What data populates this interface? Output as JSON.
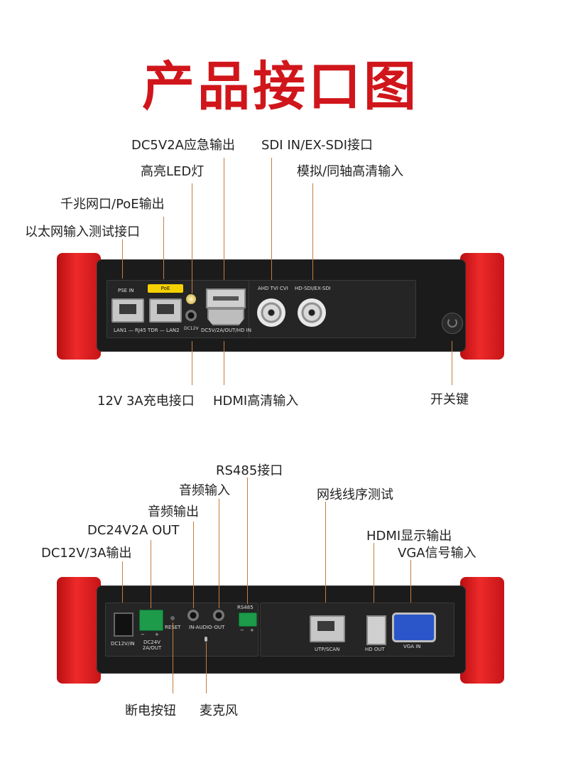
{
  "title": "产品接口图",
  "top_callouts": {
    "dc5v2a": "DC5V2A应急输出",
    "led": "高亮LED灯",
    "sdi": "SDI IN/EX-SDI接口",
    "hd_coax": "模拟/同轴高清输入",
    "gigabit": "千兆网口/PoE输出",
    "ethernet": "以太网输入测试接口",
    "charge": "12V 3A充电接口",
    "hdmi_in": "HDMI高清输入",
    "power": "开关键"
  },
  "top_device": {
    "pse_in": "PSE IN",
    "poe": "PoE",
    "lan_caption": "LAN1 — RJ45 TDR — LAN2",
    "dc12v": "DC12V",
    "dc_out_caption": "DC5V/2A/OUT/HD IN",
    "ahd_caption": "AHD TVI CVI",
    "hdsdi_caption": "HD-SDI/EX-SDI"
  },
  "bottom_callouts": {
    "rs485": "RS485接口",
    "audio_in": "音频输入",
    "audio_out": "音频输出",
    "dc24v": "DC24V2A OUT",
    "dc12v": "DC12V/3A输出",
    "cable_test": "网线线序测试",
    "hdmi_out": "HDMI显示输出",
    "vga_in": "VGA信号输入",
    "reset": "断电按钮",
    "mic": "麦克风"
  },
  "bottom_device": {
    "dc12v_in": "DC12V/IN",
    "dc24v_out": "DC24V 2A/OUT",
    "minus": "−",
    "plus": "+",
    "reset": "RESET",
    "audio": "IN-AUDIO-OUT",
    "rs485": "RS485",
    "utp": "UTP/SCAN",
    "hd_out": "HD OUT",
    "vga": "VGA IN"
  },
  "colors": {
    "title": "#d0161b",
    "grip": "#e52424",
    "body": "#1b1b1b",
    "line": "#c77d3e"
  }
}
